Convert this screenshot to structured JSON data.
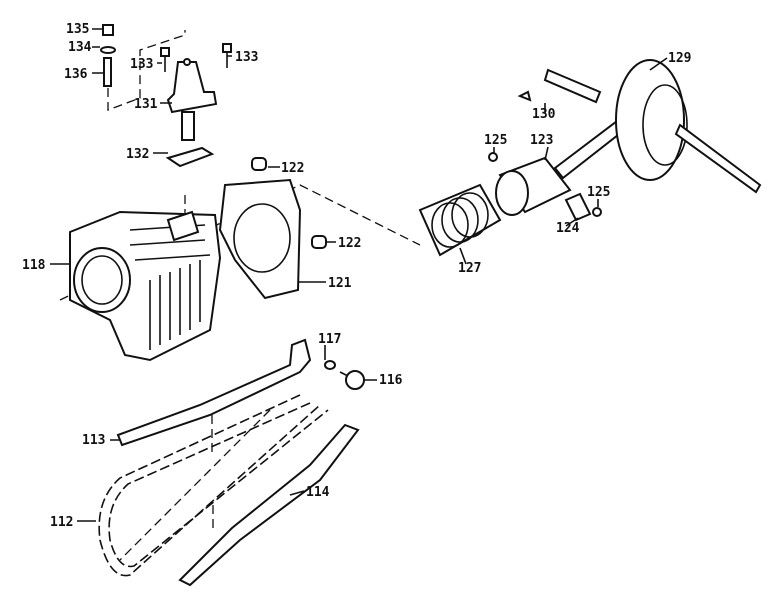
{
  "diagram": {
    "title": "Cylinder, piston, crankshaft and cam chain exploded view",
    "labels": {
      "p135": "135",
      "p134": "134",
      "p136": "136",
      "p133a": "133",
      "p133b": "133",
      "p131": "131",
      "p132": "132",
      "p122a": "122",
      "p122b": "122",
      "p118": "118",
      "p121": "121",
      "p129": "129",
      "p130": "130",
      "p125a": "125",
      "p123": "123",
      "p125b": "125",
      "p124": "124",
      "p127": "127",
      "p117": "117",
      "p116": "116",
      "p113": "113",
      "p114": "114",
      "p112": "112"
    }
  }
}
